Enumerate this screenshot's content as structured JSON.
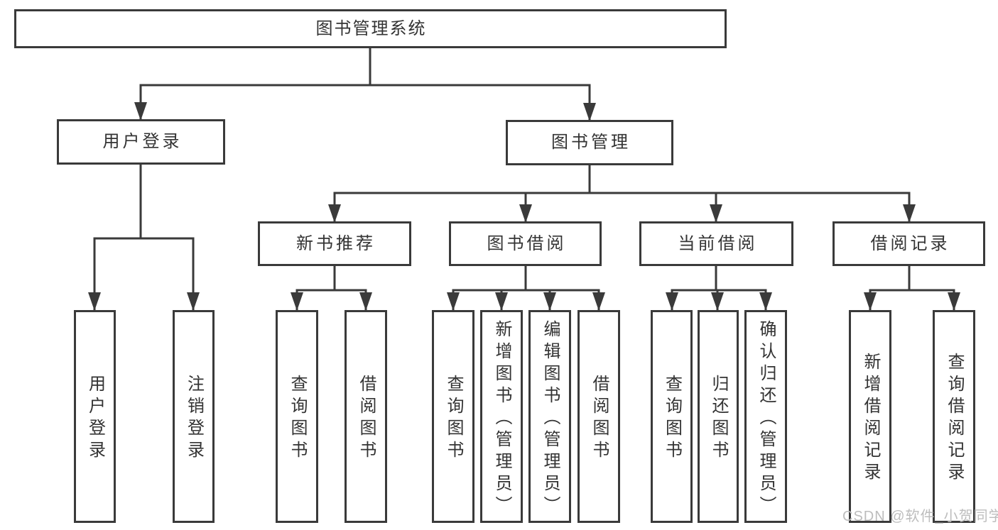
{
  "diagram": {
    "title": "图书管理系统",
    "level2": [
      {
        "label": "用户登录"
      },
      {
        "label": "图书管理"
      }
    ],
    "level3": [
      {
        "label": "新书推荐",
        "parent": "图书管理"
      },
      {
        "label": "图书借阅",
        "parent": "图书管理"
      },
      {
        "label": "当前借阅",
        "parent": "图书管理"
      },
      {
        "label": "借阅记录",
        "parent": "图书管理"
      }
    ],
    "leaves": [
      {
        "label": "用户登录",
        "parent": "用户登录"
      },
      {
        "label": "注销登录",
        "parent": "用户登录"
      },
      {
        "label": "查询图书",
        "parent": "新书推荐"
      },
      {
        "label": "借阅图书",
        "parent": "新书推荐"
      },
      {
        "label": "查询图书",
        "parent": "图书借阅"
      },
      {
        "label": "新增图书（管理员）",
        "parent": "图书借阅"
      },
      {
        "label": "编辑图书（管理员）",
        "parent": "图书借阅"
      },
      {
        "label": "借阅图书",
        "parent": "图书借阅"
      },
      {
        "label": "查询图书",
        "parent": "当前借阅"
      },
      {
        "label": "归还图书",
        "parent": "当前借阅"
      },
      {
        "label": "确认归还（管理员）",
        "parent": "当前借阅"
      },
      {
        "label": "新增借阅记录",
        "parent": "借阅记录"
      },
      {
        "label": "查询借阅记录",
        "parent": "借阅记录"
      }
    ],
    "colors": {
      "line": "#3a3a3a",
      "text": "#333333",
      "background": "#ffffff",
      "watermark": "#bdbdbd"
    }
  },
  "watermark": {
    "text": "CSDN @软件_小贺同学"
  }
}
